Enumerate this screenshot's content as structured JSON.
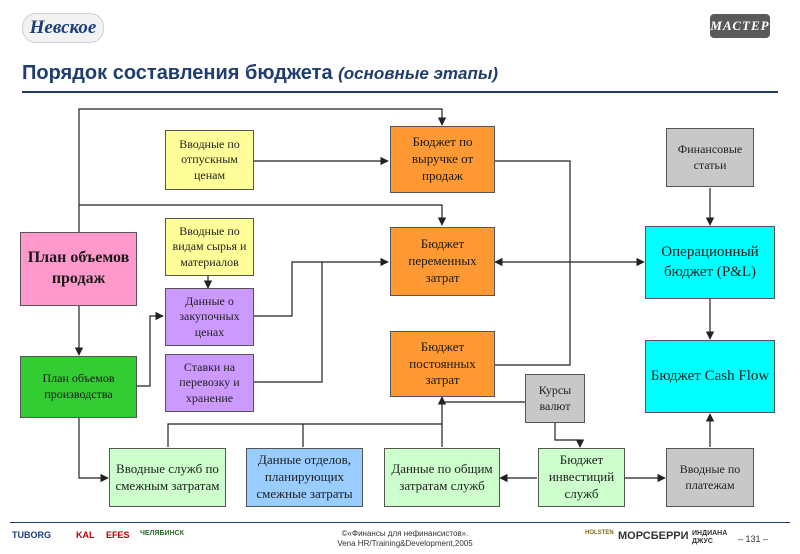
{
  "header": {
    "logo_left": "Невское",
    "logo_right": "МАСТЕР",
    "title": "Порядок составления бюджета",
    "subtitle": "(основные этапы)"
  },
  "boxes": {
    "input_prices": "Вводные по отпускным ценам",
    "revenue_budget": "Бюджет по выручке от продаж",
    "financial_items": "Финансовые статьи",
    "input_materials": "Вводные по видам сырья и материалов",
    "variable_budget": "Бюджет переменных затрат",
    "sales_plan": "План объемов продаж",
    "operating_budget": "Операционный бюджет (P&L)",
    "purchase_prices": "Данные о закупочных ценах",
    "fixed_budget": "Бюджет постоянных затрат",
    "production_plan": "План объемов производства",
    "transport_rates": "Ставки на перевозку и хранение",
    "cashflow_budget": "Бюджет Cash Flow",
    "fx_rates": "Курсы валют",
    "dept_inputs": "Вводные служб по смежным затратам",
    "dept_data": "Данные отделов, планирующих смежные затраты",
    "general_costs": "Данные по общим затратам служб",
    "investment_budget": "Бюджет инвестиций служб",
    "payment_inputs": "Вводные по платежам"
  },
  "footer": {
    "line1": "©«Финансы для нефинансистов».",
    "line2": "Vena HR/Training&Development,2005",
    "page": "– 131 –",
    "brands_left": [
      "TUBORG",
      "KAL",
      "EFES",
      "ЧЕЛЯБИНСК"
    ],
    "brands_right": [
      "HOLSTEN",
      "МОРСБЕРРИ",
      "ИНДИАНА ДЖУС"
    ]
  },
  "colors": {
    "title": "#1f3e6e",
    "yellow": "#ffff99",
    "orange": "#ff9933",
    "violet": "#cc99ff",
    "green": "#33cc33",
    "light_green": "#ccffcc",
    "blue": "#99ccff",
    "grey": "#c8c8c8",
    "cyan": "#00ffff",
    "pink": "#ff99cc"
  }
}
